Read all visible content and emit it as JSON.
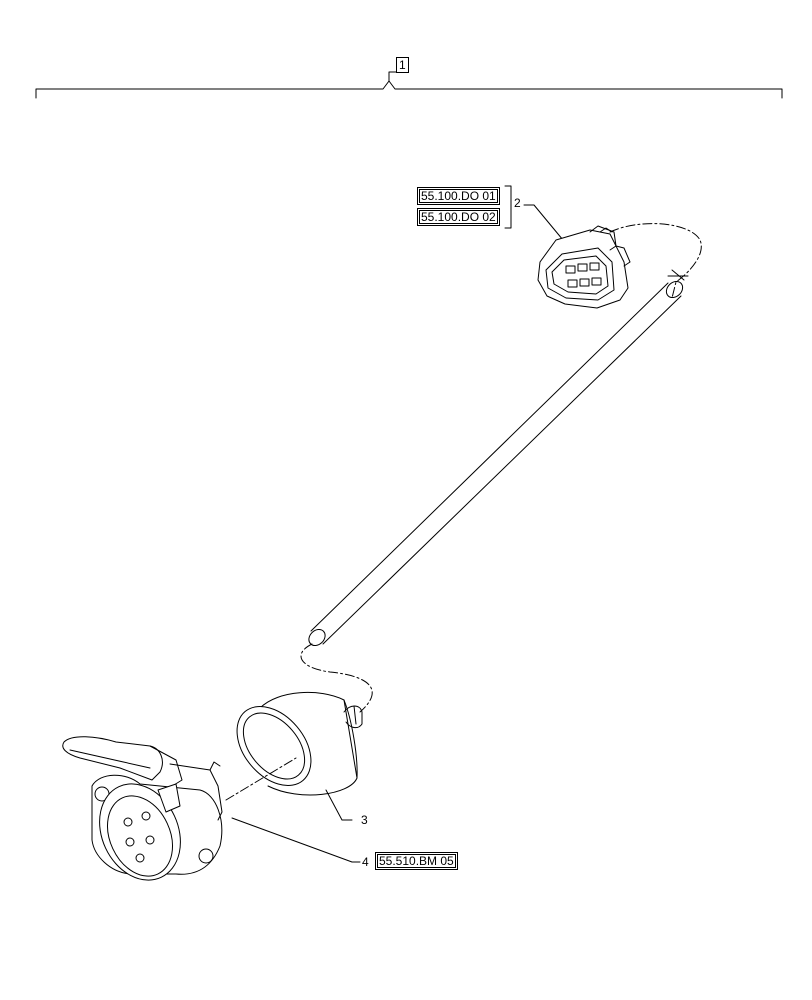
{
  "diagram": {
    "assembly_callout": "1",
    "connector": {
      "callout": "2",
      "refs": [
        "55.100.DO 01",
        "55.100.DO 02"
      ]
    },
    "sleeve": {
      "callout": "3"
    },
    "socket": {
      "callout": "4",
      "ref": "55.510.BM 05"
    }
  }
}
